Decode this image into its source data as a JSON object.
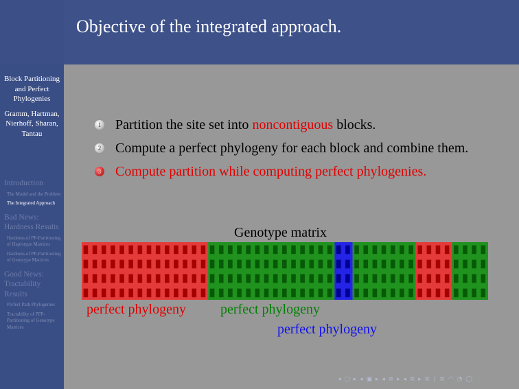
{
  "title": "Objective of the integrated approach.",
  "sidebar": {
    "heading": "Block Partitioning and Perfect Phylogenies",
    "authors": "Gramm, Hartman, Nierhoff, Sharan, Tantau",
    "sections": [
      {
        "label": "Introduction",
        "subsections": [
          {
            "label": "The Model and the Problem",
            "active": false
          },
          {
            "label": "The Integrated Approach",
            "active": true
          }
        ]
      },
      {
        "label": "Bad News: Hardness Results",
        "subsections": [
          {
            "label": "Hardness of PP-Partitioning of Haplotype Matrices",
            "active": false
          },
          {
            "label": "Hardness of PP-Partitioning of Genotype Matrices",
            "active": false
          }
        ]
      },
      {
        "label": "Good News: Tractability Results",
        "subsections": [
          {
            "label": "Perfect Path Phylogenies",
            "active": false
          },
          {
            "label": "Tractability of PPP-Partitioning of Genotype Matrices",
            "active": false
          }
        ]
      }
    ]
  },
  "items": [
    {
      "num": "1",
      "pre": "Partition the site set into ",
      "highlight": "noncontiguous",
      "post": " blocks.",
      "red": false
    },
    {
      "num": "2",
      "pre": "Compute a perfect phylogeny for each block and combine them.",
      "highlight": "",
      "post": "",
      "red": false
    },
    {
      "num": "3",
      "pre": "Compute partition while computing perfect phylogenies.",
      "highlight": "",
      "post": "",
      "red": true
    }
  ],
  "figure": {
    "title": "Genotype matrix",
    "rows": 4,
    "blocks": [
      {
        "color": "red",
        "columns": 14
      },
      {
        "color": "green",
        "columns": 14
      },
      {
        "color": "blue",
        "columns": 2
      },
      {
        "color": "green",
        "columns": 7
      },
      {
        "color": "red",
        "columns": 4
      },
      {
        "color": "green",
        "columns": 4
      }
    ],
    "labels": [
      {
        "text": "perfect phylogeny",
        "color": "red"
      },
      {
        "text": "perfect phylogeny",
        "color": "green"
      },
      {
        "text": "perfect phylogeny",
        "color": "blue"
      }
    ]
  },
  "colors": {
    "red_bg": "#e53a3a",
    "red_cell": "#a50000",
    "green_bg": "#20921e",
    "green_cell": "#065a06",
    "blue_bg": "#2424e6",
    "blue_cell": "#000090",
    "red_text": "#e00000",
    "green_text": "#008000",
    "blue_text": "#1010ee"
  },
  "nav": {
    "symbols": "◂ ▢ ▸ ◂ ▣ ▸ ◂ ≡ ▸ ◂ ≡ ▸ ≡ ∣ ≡ ◠ ◔ ◯"
  }
}
